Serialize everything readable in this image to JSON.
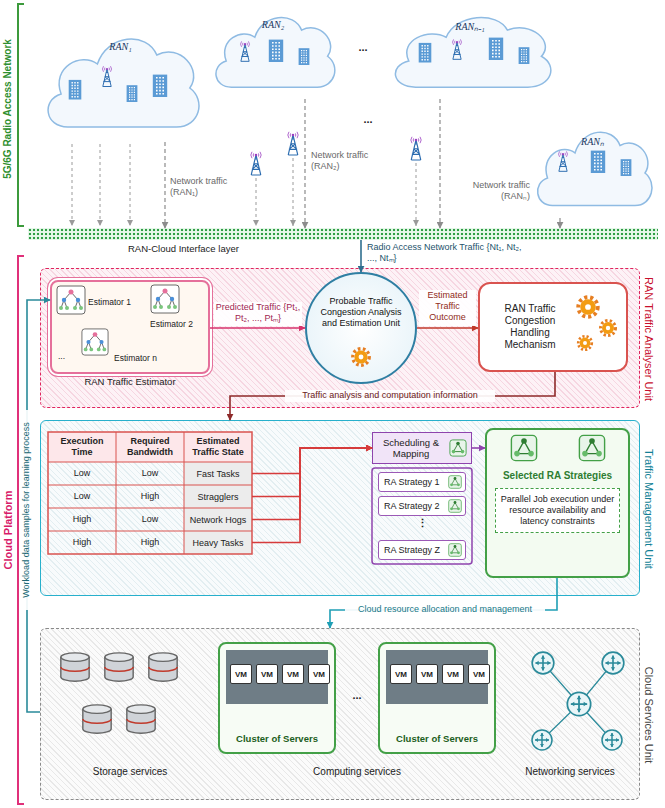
{
  "diagram": {
    "nodes": [
      {
        "text": [
          "RAN₁"
        ]
      },
      {
        "text": [
          "RAN₂"
        ]
      },
      {
        "text": [
          "RANₙ₋₁"
        ]
      },
      {
        "text": [
          "RANₙ"
        ]
      },
      {
        "text": [
          "RAN-Cloud Interface layer"
        ]
      },
      {
        "text": [
          "RAN Traffic Analyser Unit"
        ]
      },
      {
        "text": [
          "RAN Traffic Estimator"
        ],
        "in": 5
      },
      {
        "text": [
          "Probable Traffic Congestion Analysis and Estimation Unit"
        ],
        "in": 5
      },
      {
        "text": [
          "RAN Traffic Congestion Handling Mechanism"
        ],
        "in": 5
      },
      {
        "text": [
          "Traffic Management Unit"
        ]
      },
      {
        "text": [
          "Fast Tasks"
        ],
        "in": 9
      },
      {
        "text": [
          "Stragglers"
        ],
        "in": 9
      },
      {
        "text": [
          "Network Hogs"
        ],
        "in": 9
      },
      {
        "text": [
          "Heavy Tasks"
        ],
        "in": 9
      },
      {
        "text": [
          "Scheduling & Mapping"
        ],
        "in": 9
      },
      {
        "text": [
          "RA Strategy 1"
        ],
        "in": 9
      },
      {
        "text": [
          "RA Strategy 2"
        ],
        "in": 9
      },
      {
        "text": [
          "RA Strategy Z"
        ],
        "in": 9
      },
      {
        "text": [
          "Selected RA Strategies",
          "Parallel Job execution under resource availability and latency constraints"
        ],
        "in": 9
      },
      {
        "text": [
          "Cloud Services Unit"
        ]
      },
      {
        "text": [
          "Cluster of Servers"
        ],
        "in": 19
      },
      {
        "text": [
          "VM"
        ],
        "in": 20
      },
      {
        "text": [
          "VM"
        ],
        "in": 20
      },
      {
        "text": [
          "VM"
        ],
        "in": 20
      },
      {
        "text": [
          "VM"
        ],
        "in": 20
      },
      {
        "text": [
          "Cluster of Servers"
        ],
        "in": 19
      },
      {
        "text": [
          "VM"
        ],
        "in": 25
      },
      {
        "text": [
          "VM"
        ],
        "in": 25
      },
      {
        "text": [
          "VM"
        ],
        "in": 25
      },
      {
        "text": [
          "VM"
        ],
        "in": 25
      }
    ],
    "edges": [
      {
        "from": 0,
        "to": 4,
        "arrow": "to",
        "label": "Network traffic (RAN₁)"
      },
      {
        "from": 1,
        "to": 4,
        "arrow": "to",
        "label": "Network traffic (RAN₂)"
      },
      {
        "from": 2,
        "to": 4,
        "arrow": "to"
      },
      {
        "from": 3,
        "to": 4,
        "arrow": "to",
        "label": "Network traffic (RANₙ)"
      },
      {
        "from": 4,
        "to": 7,
        "arrow": "to",
        "label": "Radio Access Network Traffic {Nt₁, Nt₂, ..., Ntₘ}"
      },
      {
        "from": 6,
        "to": 7,
        "arrow": "to",
        "label": "Predicted Traffic {Pt₁, Pt₂, ..., Ptₘ}"
      },
      {
        "from": 7,
        "to": 8,
        "arrow": "to",
        "label": "Estimated Traffic Outcome"
      },
      {
        "from": 8,
        "to": 9,
        "arrow": "to",
        "label": "Traffic analysis and computation information"
      },
      {
        "from": 10,
        "to": 14,
        "arrow": "to"
      },
      {
        "from": 11,
        "to": 14,
        "arrow": "to"
      },
      {
        "from": 12,
        "to": 14,
        "arrow": "to"
      },
      {
        "from": 13,
        "to": 14,
        "arrow": "to"
      },
      {
        "from": 14,
        "to": 18,
        "arrow": "to"
      },
      {
        "from": 18,
        "to": 19,
        "arrow": "to",
        "label": "Cloud resource allocation and management"
      },
      {
        "from": 19,
        "to": 6,
        "arrow": "to",
        "label": "Workload data samples for learning process"
      }
    ],
    "labels": [
      "5G/6G Radio Access Network",
      "Cloud Platform",
      "Estimator 1",
      "Estimator 2",
      "...",
      "Estimator n",
      "Execution Time",
      "Required Bandwidth",
      "Estimated Traffic State",
      "Low",
      "Low",
      "Low",
      "High",
      "High",
      "Low",
      "High",
      "High",
      "⋮",
      "...",
      "...",
      "...",
      "Storage services",
      "Computing services",
      "Networking services"
    ]
  }
}
